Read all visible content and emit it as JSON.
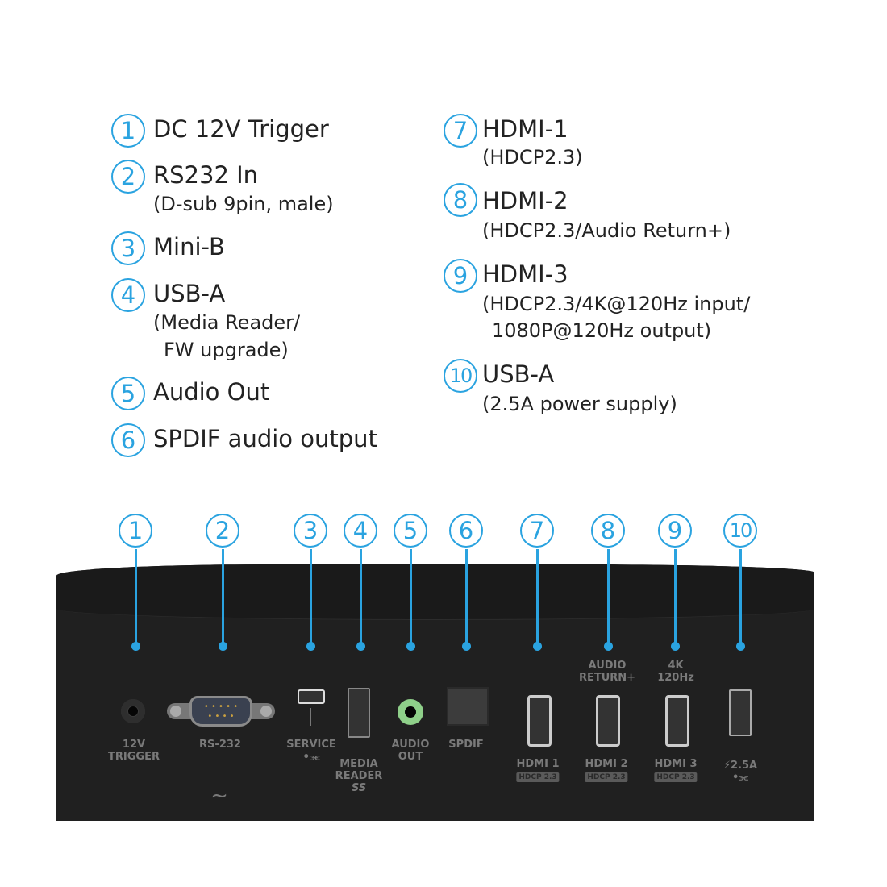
{
  "legend": [
    {
      "num": "1",
      "title": "DC 12V Trigger",
      "sub": []
    },
    {
      "num": "2",
      "title": "RS232 In",
      "sub": [
        "(D-sub 9pin, male)"
      ]
    },
    {
      "num": "3",
      "title": "Mini-B",
      "sub": []
    },
    {
      "num": "4",
      "title": "USB-A",
      "sub": [
        "(Media Reader/",
        "FW upgrade)"
      ]
    },
    {
      "num": "5",
      "title": "Audio Out",
      "sub": []
    },
    {
      "num": "6",
      "title": "SPDIF audio output",
      "sub": []
    },
    {
      "num": "7",
      "title": "HDMI-1",
      "sub": [
        "(HDCP2.3)"
      ]
    },
    {
      "num": "8",
      "title": "HDMI-2",
      "sub": [
        "(HDCP2.3/Audio Return+)"
      ]
    },
    {
      "num": "9",
      "title": "HDMI-3",
      "sub": [
        "(HDCP2.3/4K@120Hz input/",
        "1080P@120Hz output)"
      ]
    },
    {
      "num": "10",
      "title": "USB-A",
      "sub": [
        "(2.5A power supply)"
      ]
    }
  ],
  "callouts": [
    "1",
    "2",
    "3",
    "4",
    "5",
    "6",
    "7",
    "8",
    "9",
    "10"
  ],
  "panel_labels": {
    "trigger": [
      "12V",
      "TRIGGER"
    ],
    "rs232": "RS-232",
    "service": "SERVICE",
    "media": [
      "MEDIA",
      "READER",
      "SS"
    ],
    "audio": [
      "AUDIO",
      "OUT"
    ],
    "spdif": "SPDIF",
    "hdmi1": "HDMI 1",
    "hdmi2": "HDMI 2",
    "hdmi3": "HDMI 3",
    "hdcp": "HDCP 2.3",
    "arc": [
      "AUDIO",
      "RETURN+"
    ],
    "k4": [
      "4K",
      "120Hz"
    ],
    "usb_power": "⚡2.5A",
    "tilde": "~"
  },
  "colors": {
    "accent": "#2aa3e0",
    "panel": "#202020",
    "audio_jack": "#8fd08a"
  }
}
